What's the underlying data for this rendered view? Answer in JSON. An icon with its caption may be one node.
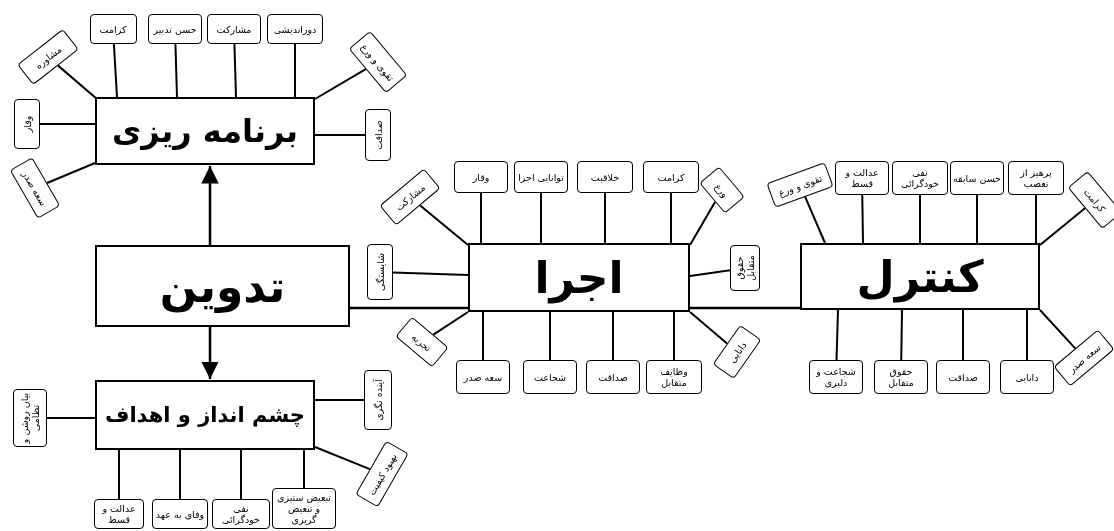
{
  "diagram": {
    "nodes": [
      {
        "text": [
          "برنامه ریزی"
        ]
      },
      {
        "text": [
          "مشاوره"
        ]
      },
      {
        "text": [
          "کرامت"
        ]
      },
      {
        "text": [
          "حسن تدبیر"
        ]
      },
      {
        "text": [
          "مشارکت"
        ]
      },
      {
        "text": [
          "دوراندیشی"
        ]
      },
      {
        "text": [
          "تقوی و ورع"
        ]
      },
      {
        "text": [
          "وقار"
        ]
      },
      {
        "text": [
          "صداقت"
        ]
      },
      {
        "text": [
          "سعه صدر"
        ]
      },
      {
        "text": [
          "تدوین"
        ]
      },
      {
        "text": [
          "اجرا"
        ]
      },
      {
        "text": [
          "وقار"
        ]
      },
      {
        "text": [
          "توانایی اجرا"
        ]
      },
      {
        "text": [
          "خلاقیت"
        ]
      },
      {
        "text": [
          "کرامت"
        ]
      },
      {
        "text": [
          "مشارکت"
        ]
      },
      {
        "text": [
          "ورع"
        ]
      },
      {
        "text": [
          "شایستگی"
        ]
      },
      {
        "text": [
          "حقوق متقابل"
        ]
      },
      {
        "text": [
          "تجربه"
        ]
      },
      {
        "text": [
          "دانایی"
        ]
      },
      {
        "text": [
          "سعه صدر"
        ]
      },
      {
        "text": [
          "شجاعت"
        ]
      },
      {
        "text": [
          "صداقت"
        ]
      },
      {
        "text": [
          "وظایف متقابل"
        ]
      },
      {
        "text": [
          "کنترل"
        ]
      },
      {
        "text": [
          "تقوی و ورع"
        ]
      },
      {
        "text": [
          "عدالت و قسط"
        ]
      },
      {
        "text": [
          "نفی خودگرائی"
        ]
      },
      {
        "text": [
          "حسن سابقه"
        ]
      },
      {
        "text": [
          "پرهیز از تعصب"
        ]
      },
      {
        "text": [
          "کرامت"
        ]
      },
      {
        "text": [
          "شجاعت و دلیری"
        ]
      },
      {
        "text": [
          "حقوق متقابل"
        ]
      },
      {
        "text": [
          "صداقت"
        ]
      },
      {
        "text": [
          "دانایی"
        ]
      },
      {
        "text": [
          "سعه صدر"
        ]
      },
      {
        "text": [
          "چشم انداز و اهداف"
        ]
      },
      {
        "text": [
          "بیان روشن و نظامی"
        ]
      },
      {
        "text": [
          "آینده نگری"
        ]
      },
      {
        "text": [
          "بهبود کیفیت"
        ]
      },
      {
        "text": [
          "عدالت و قسط"
        ]
      },
      {
        "text": [
          "وفای به عهد"
        ]
      },
      {
        "text": [
          "نفی خودگرائی"
        ]
      },
      {
        "text": [
          "تبعیض ستیزی و تبعیض گریزی"
        ]
      }
    ],
    "edges": [
      {
        "from": 10,
        "to": 0,
        "arrow": "to"
      },
      {
        "from": 10,
        "to": 38,
        "arrow": "to"
      },
      {
        "from": 10,
        "to": 11,
        "arrow": "none"
      },
      {
        "from": 11,
        "to": 26,
        "arrow": "none"
      },
      {
        "from": 0,
        "to": 1,
        "arrow": "none"
      },
      {
        "from": 0,
        "to": 2,
        "arrow": "none"
      },
      {
        "from": 0,
        "to": 3,
        "arrow": "none"
      },
      {
        "from": 0,
        "to": 4,
        "arrow": "none"
      },
      {
        "from": 0,
        "to": 5,
        "arrow": "none"
      },
      {
        "from": 0,
        "to": 6,
        "arrow": "none"
      },
      {
        "from": 0,
        "to": 7,
        "arrow": "none"
      },
      {
        "from": 0,
        "to": 8,
        "arrow": "none"
      },
      {
        "from": 0,
        "to": 9,
        "arrow": "none"
      },
      {
        "from": 11,
        "to": 12,
        "arrow": "none"
      },
      {
        "from": 11,
        "to": 13,
        "arrow": "none"
      },
      {
        "from": 11,
        "to": 14,
        "arrow": "none"
      },
      {
        "from": 11,
        "to": 15,
        "arrow": "none"
      },
      {
        "from": 11,
        "to": 16,
        "arrow": "none"
      },
      {
        "from": 11,
        "to": 17,
        "arrow": "none"
      },
      {
        "from": 11,
        "to": 18,
        "arrow": "none"
      },
      {
        "from": 11,
        "to": 19,
        "arrow": "none"
      },
      {
        "from": 11,
        "to": 20,
        "arrow": "none"
      },
      {
        "from": 11,
        "to": 21,
        "arrow": "none"
      },
      {
        "from": 11,
        "to": 22,
        "arrow": "none"
      },
      {
        "from": 11,
        "to": 23,
        "arrow": "none"
      },
      {
        "from": 11,
        "to": 24,
        "arrow": "none"
      },
      {
        "from": 11,
        "to": 25,
        "arrow": "none"
      },
      {
        "from": 26,
        "to": 27,
        "arrow": "none"
      },
      {
        "from": 26,
        "to": 28,
        "arrow": "none"
      },
      {
        "from": 26,
        "to": 29,
        "arrow": "none"
      },
      {
        "from": 26,
        "to": 30,
        "arrow": "none"
      },
      {
        "from": 26,
        "to": 31,
        "arrow": "none"
      },
      {
        "from": 26,
        "to": 32,
        "arrow": "none"
      },
      {
        "from": 26,
        "to": 33,
        "arrow": "none"
      },
      {
        "from": 26,
        "to": 34,
        "arrow": "none"
      },
      {
        "from": 26,
        "to": 35,
        "arrow": "none"
      },
      {
        "from": 26,
        "to": 36,
        "arrow": "none"
      },
      {
        "from": 26,
        "to": 37,
        "arrow": "none"
      },
      {
        "from": 38,
        "to": 39,
        "arrow": "none"
      },
      {
        "from": 38,
        "to": 40,
        "arrow": "none"
      },
      {
        "from": 38,
        "to": 41,
        "arrow": "none"
      },
      {
        "from": 38,
        "to": 42,
        "arrow": "none"
      },
      {
        "from": 38,
        "to": 43,
        "arrow": "none"
      },
      {
        "from": 38,
        "to": 44,
        "arrow": "none"
      },
      {
        "from": 38,
        "to": 45,
        "arrow": "none"
      }
    ]
  }
}
